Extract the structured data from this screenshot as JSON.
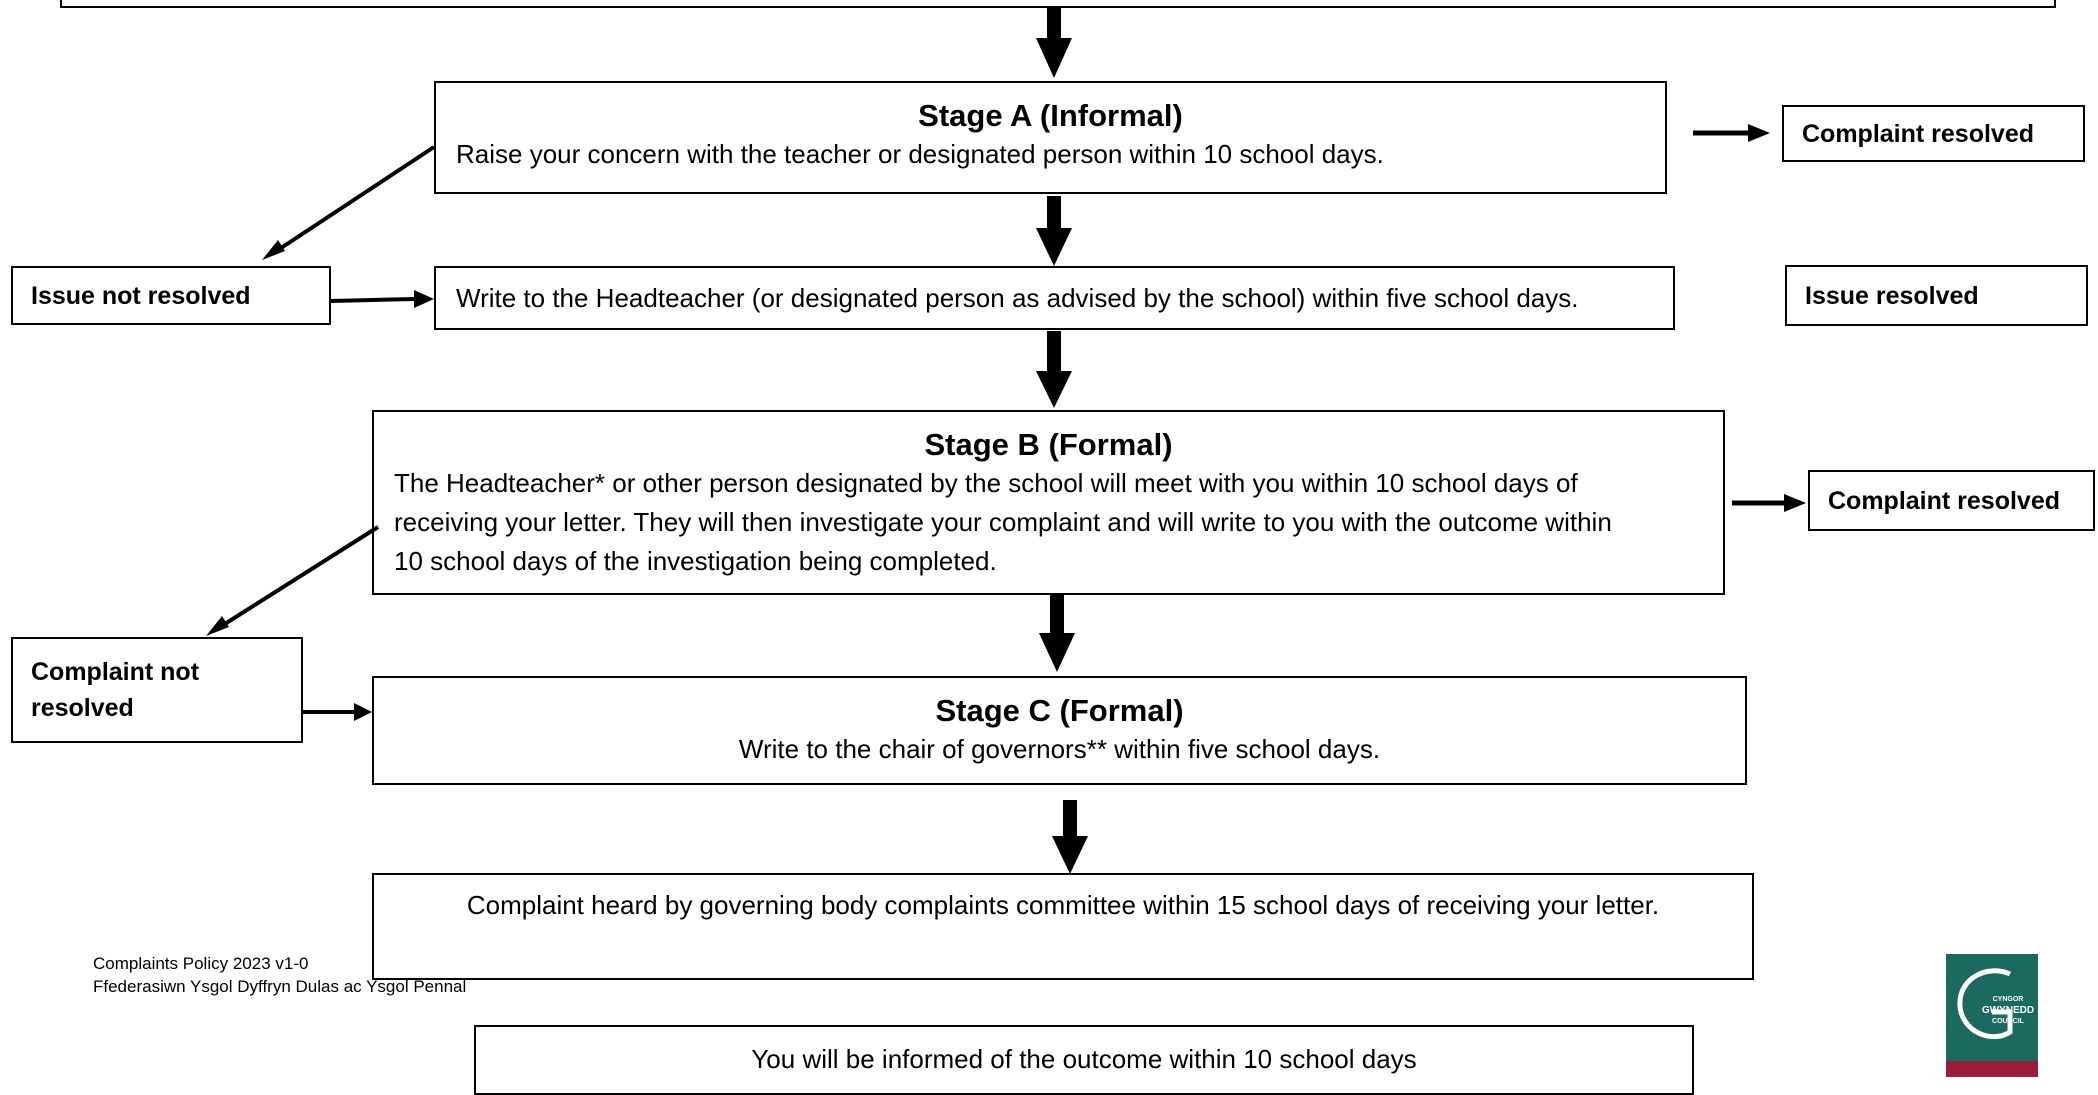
{
  "stage_a": {
    "title": "Stage A (Informal)",
    "text": "Raise your concern with the teacher or designated person within 10 school days."
  },
  "write_headteacher": "Write to the Headteacher (or designated person as advised by the school) within five school days.",
  "stage_b": {
    "title": "Stage B (Formal)",
    "line1": "The Headteacher* or other person designated by the school will meet with you within 10 school days of",
    "line2": "receiving your letter. They will then investigate your complaint and will write to you with the outcome within",
    "line3": "10 school days of the investigation being completed."
  },
  "stage_c": {
    "title": "Stage C (Formal)",
    "text": "Write to the chair of governors** within five school days."
  },
  "committee": "Complaint heard by governing body complaints committee within 15 school days of receiving your letter.",
  "outcome": "You will be informed of the outcome within 10 school days",
  "side": {
    "complaint_resolved_a": "Complaint resolved",
    "issue_not_resolved": "Issue not resolved",
    "issue_resolved": "Issue resolved",
    "complaint_resolved_b": "Complaint resolved",
    "complaint_not_resolved": "Complaint not resolved"
  },
  "footer": {
    "line1": "Complaints Policy 2023  v1-0",
    "line2": "Ffederasiwn Ysgol Dyffryn Dulas ac Ysgol Pennal"
  },
  "logo": {
    "line1": "CYNGOR",
    "line2": "GWYNEDD",
    "line3": "COUNCIL"
  }
}
